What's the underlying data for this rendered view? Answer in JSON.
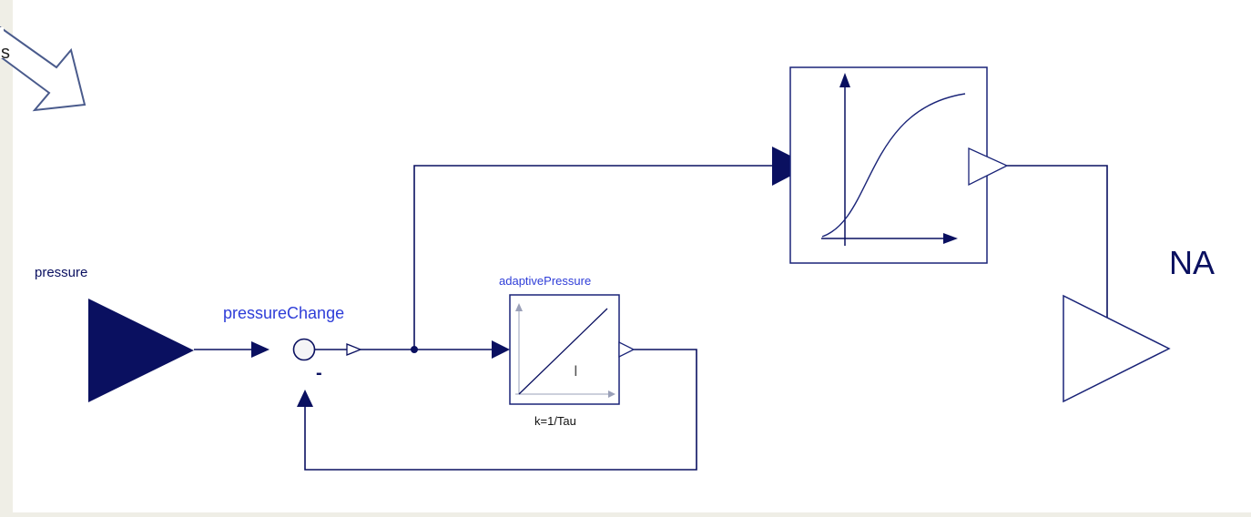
{
  "diagram": {
    "labels": {
      "pressure": "pressure",
      "pressure_change": "pressureChange",
      "adaptive_pressure": "adaptivePressure",
      "gain_param": "k=1/Tau",
      "integrator_symbol": "I",
      "minus_sign": "-",
      "output": "NA",
      "corner_fragment": "s"
    },
    "colors": {
      "background": "#efeee6",
      "canvas": "#ffffff",
      "signal": "#0a1060",
      "block_border": "#1a2478",
      "label_blue": "#2e3dd8",
      "arrow_outline": "#4a5b8c"
    }
  }
}
